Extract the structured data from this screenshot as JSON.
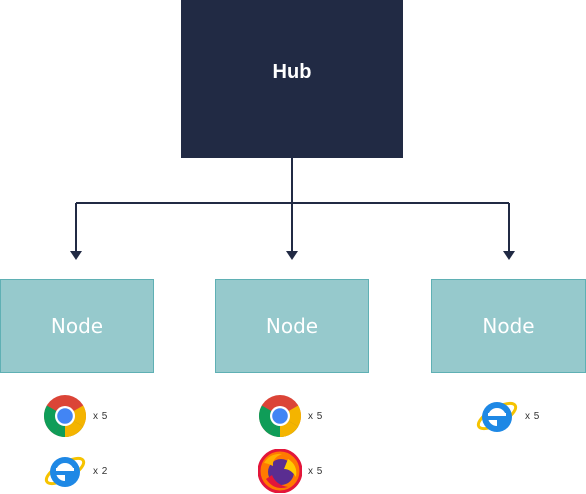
{
  "hub": {
    "label": "Hub"
  },
  "nodes": [
    {
      "label": "Node",
      "browsers": [
        {
          "icon": "chrome-icon",
          "count": "x 5"
        },
        {
          "icon": "internet-explorer-icon",
          "count": "x 2"
        }
      ]
    },
    {
      "label": "Node",
      "browsers": [
        {
          "icon": "chrome-icon",
          "count": "x 5"
        },
        {
          "icon": "firefox-icon",
          "count": "x 5"
        }
      ]
    },
    {
      "label": "Node",
      "browsers": [
        {
          "icon": "internet-explorer-icon",
          "count": "x 5"
        }
      ]
    }
  ],
  "colors": {
    "hub": "#212a44",
    "node": "#96c9cc",
    "connector": "#212a44"
  }
}
